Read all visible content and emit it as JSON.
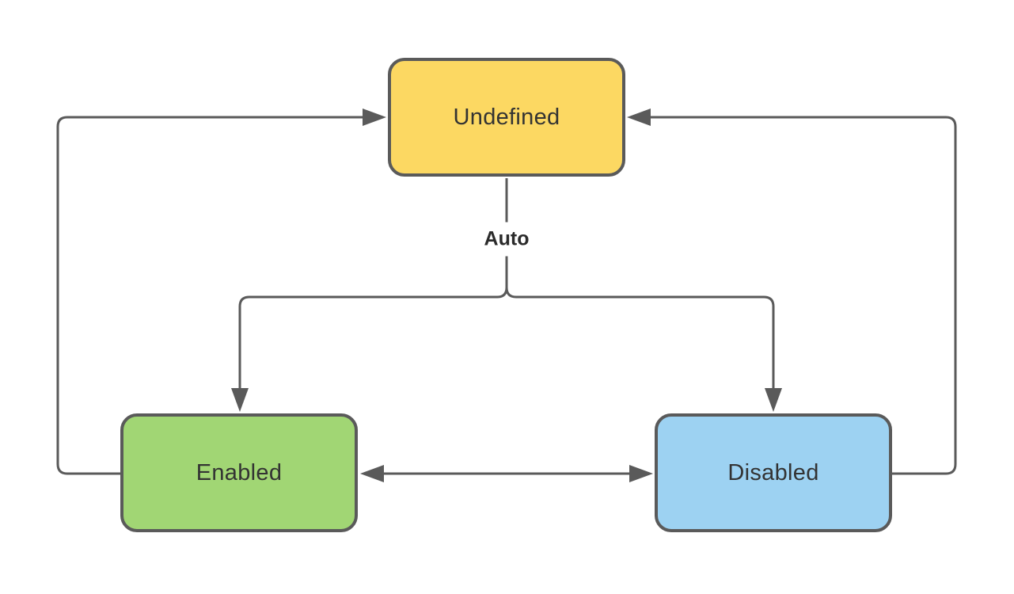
{
  "diagram": {
    "type": "state-diagram",
    "nodes": [
      {
        "id": "undefined",
        "label": "Undefined",
        "fill": "#FCD862"
      },
      {
        "id": "enabled",
        "label": "Enabled",
        "fill": "#A1D674"
      },
      {
        "id": "disabled",
        "label": "Disabled",
        "fill": "#9DD2F2"
      }
    ],
    "edge_label_auto": "Auto",
    "edges": [
      {
        "from": "Undefined",
        "to": "Enabled",
        "label": "Auto",
        "bidirectional": false
      },
      {
        "from": "Undefined",
        "to": "Disabled",
        "label": "Auto",
        "bidirectional": false
      },
      {
        "from": "Enabled",
        "to": "Undefined",
        "label": "",
        "bidirectional": false
      },
      {
        "from": "Disabled",
        "to": "Undefined",
        "label": "",
        "bidirectional": false
      },
      {
        "from": "Enabled",
        "to": "Disabled",
        "label": "",
        "bidirectional": true
      }
    ],
    "colors": {
      "line": "#5A5A5A",
      "node_border": "#5A5A5A",
      "node_text": "#333333",
      "edge_label_text": "#2B2B2B",
      "background": "#FFFFFF"
    }
  }
}
